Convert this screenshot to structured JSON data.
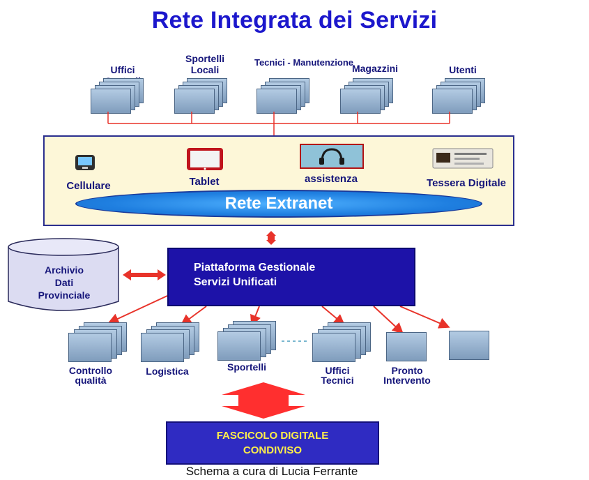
{
  "title": "Rete Integrata dei Servizi",
  "top_nodes": [
    {
      "label": "Uffici\nCentrali"
    },
    {
      "label": "Sportelli\nLocali"
    },
    {
      "label": "Tecnici - Manutenzione"
    },
    {
      "label": "Magazzini"
    },
    {
      "label": "Utenti"
    }
  ],
  "portal": {
    "channels": [
      {
        "label": "Cellulare",
        "icon": "phone-icon"
      },
      {
        "label": "Tablet",
        "icon": "tablet-icon"
      },
      {
        "label": "assistenza",
        "icon": "headset-icon"
      },
      {
        "label": "Tessera Digitale",
        "icon": "card-icon"
      }
    ],
    "band_label": "Rete Extranet"
  },
  "core": {
    "line1": "Piattaforma Gestionale",
    "line2": "Servizi Unificati"
  },
  "archive": {
    "label": "Archivio\nDati\nProvinciale"
  },
  "bottom_nodes": [
    {
      "label": "Controllo\nqualità"
    },
    {
      "label": "Logistica"
    },
    {
      "label": "Sportelli"
    },
    {
      "label": "Uffici\nTecnici"
    },
    {
      "label": "Pronto\nIntervento"
    },
    {
      "label": ""
    }
  ],
  "output": {
    "line1": "FASCICOLO DIGITALE",
    "line2": "CONDIVISO"
  },
  "credit": "Schema a cura di Lucia Ferrante",
  "colors": {
    "title": "#1c17cc",
    "connector_red": "#e8332a",
    "core_fill": "#1d12a8",
    "band_fill": "#1f7fe0",
    "output_text": "#ffef4a"
  }
}
